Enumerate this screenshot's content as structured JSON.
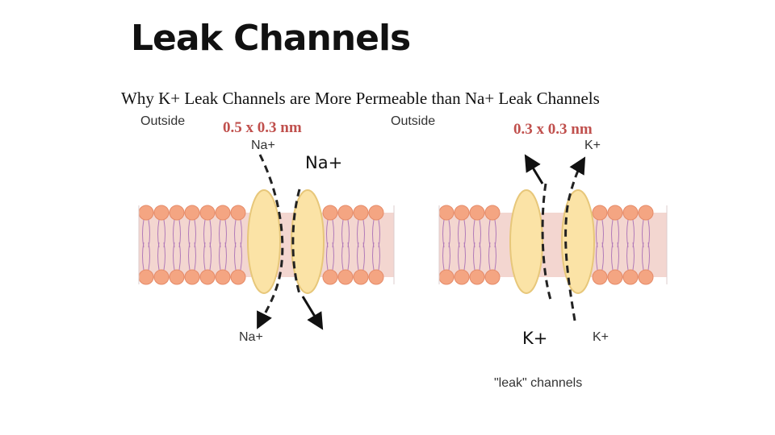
{
  "title": "Leak Channels",
  "subtitle": "Why K+ Leak Channels are More Permeable than Na+ Leak Channels",
  "left_panel": {
    "outside_label": "Outside",
    "dimension": "0.5 x 0.3 nm",
    "ion_top_small": "Na+",
    "ion_top_large": "Na+",
    "ion_bottom_small": "Na+"
  },
  "right_panel": {
    "outside_label": "Outside",
    "dimension": "0.3 x 0.3 nm",
    "ion_top_small": "K+",
    "ion_bottom_large": "K+",
    "ion_bottom_small": "K+",
    "caption": "\"leak\" channels"
  },
  "colors": {
    "dimension_text": "#c0504d",
    "head": "#f4a582",
    "band": "#f3d6d0",
    "protein_fill": "#fbe3a6",
    "protein_edge": "#e7c77a"
  }
}
